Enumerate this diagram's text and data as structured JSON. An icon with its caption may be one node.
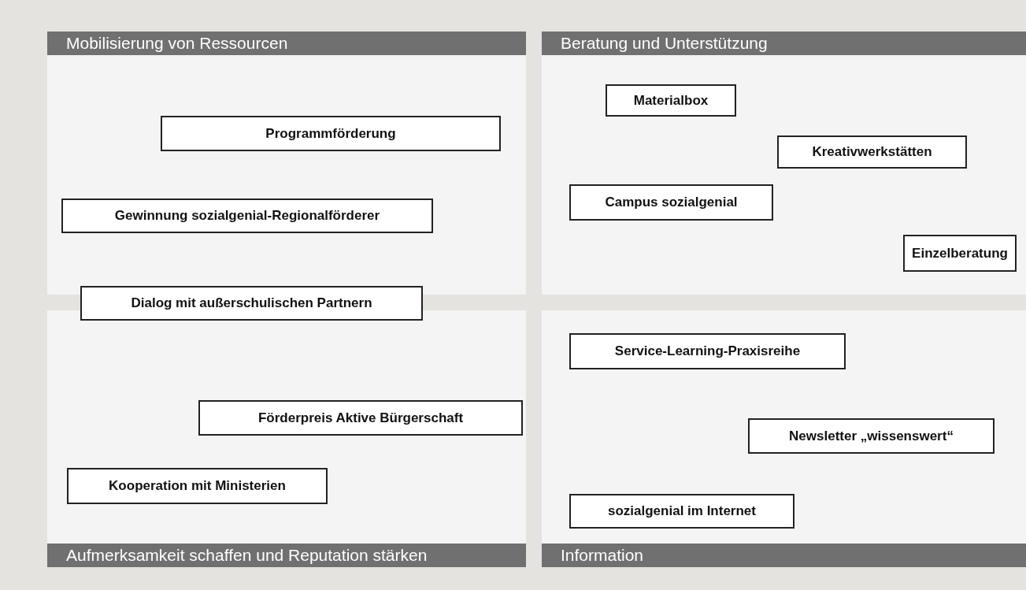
{
  "diagram": {
    "nodes": [
      {
        "text": [
          "Mobilisierung von Ressourcen"
        ]
      },
      {
        "text": [
          "Programmförderung"
        ],
        "in": 0
      },
      {
        "text": [
          "Gewinnung sozialgenial-Regionalförderer"
        ],
        "in": 0
      },
      {
        "text": [
          "Dialog mit außerschulischen Partnern"
        ]
      },
      {
        "text": [
          "Aufmerksamkeit schaffen und Reputation stärken"
        ]
      },
      {
        "text": [
          "Förderpreis Aktive Bürgerschaft"
        ],
        "in": 4
      },
      {
        "text": [
          "Kooperation mit Ministerien"
        ],
        "in": 4
      },
      {
        "text": [
          "Beratung und Unterstützung"
        ]
      },
      {
        "text": [
          "Materialbox"
        ],
        "in": 7
      },
      {
        "text": [
          "Kreativwerkstätten"
        ],
        "in": 7
      },
      {
        "text": [
          "Campus sozialgenial"
        ],
        "in": 7
      },
      {
        "text": [
          "Einzelberatung"
        ],
        "in": 7
      },
      {
        "text": [
          "Information"
        ]
      },
      {
        "text": [
          "Service-Learning-Praxisreihe"
        ],
        "in": 12
      },
      {
        "text": [
          "Newsletter „wissenswert“"
        ],
        "in": 12
      },
      {
        "text": [
          "sozialgenial im Internet"
        ],
        "in": 12
      }
    ],
    "edges": []
  }
}
